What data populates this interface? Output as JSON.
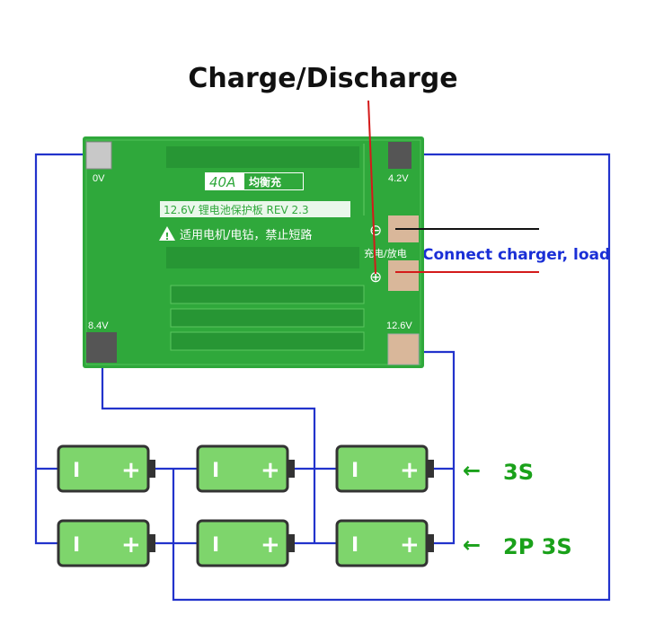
{
  "title": "Charge/Discharge",
  "board": {
    "rating": "40A",
    "badge": "均衡充",
    "model": "12.6V 锂电池保护板 REV 2.3",
    "warning": "适用电机/电钻，禁止短路",
    "port_label": "充电/放电",
    "minus_symbol": "⊖",
    "plus_symbol": "⊕",
    "pins": {
      "p0": "0V",
      "p42": "4.2V",
      "p84": "8.4V",
      "p126": "12.6V"
    }
  },
  "connect_label": "Connect charger, load",
  "batteries": {
    "minus": "I",
    "plus": "+"
  },
  "labels": {
    "row1": "3S",
    "row2": "2P 3S",
    "arrow": "←"
  },
  "colors": {
    "board": "#2fa83b",
    "wire": "#2233cc",
    "red_wire": "#d41a1a",
    "battery": "#7ed56c",
    "label_green": "#1aa11a"
  }
}
